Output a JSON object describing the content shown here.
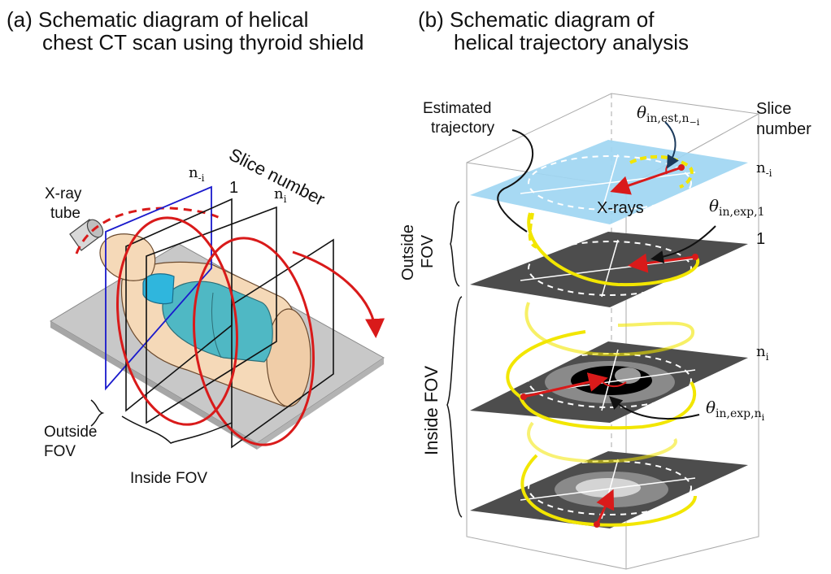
{
  "panel_a": {
    "title_line1": "(a) Schematic diagram of helical",
    "title_line2": "chest CT scan using thyroid shield",
    "xray_tube": "X-ray",
    "xray_tube_2": "tube",
    "slice_number": "Slice number",
    "slice_n_minus_i": "n",
    "slice_n_minus_i_sub": "-i",
    "slice_1": "1",
    "slice_n_i": "n",
    "slice_n_i_sub": "i",
    "outside_fov_1": "Outside",
    "outside_fov_2": "FOV",
    "inside_fov": "Inside FOV"
  },
  "panel_b": {
    "title_line1": "(b) Schematic diagram of",
    "title_line2": "helical trajectory analysis",
    "estimated_trajectory_1": "Estimated",
    "estimated_trajectory_2": "trajectory",
    "slice_number_1": "Slice",
    "slice_number_2": "number",
    "theta_est": "θ",
    "theta_est_sub": "in,est,n",
    "theta_est_subsub": "−i",
    "theta_exp1": "θ",
    "theta_exp1_sub": "in,exp,1",
    "theta_expni": "θ",
    "theta_expni_sub": "in,exp,n",
    "theta_expni_subsub": "i",
    "xrays": "X-rays",
    "outside_fov_1": "Outside",
    "outside_fov_2": "FOV",
    "inside_fov": "Inside FOV",
    "slice_n_minus_i": "n",
    "slice_n_minus_i_sub": "-i",
    "slice_1": "1",
    "slice_n_i": "n",
    "slice_n_i_sub": "i"
  },
  "colors": {
    "red": "#d91a1a",
    "blue_frame": "#1a1acc",
    "yellow": "#f2e600",
    "cyan_plane": "#9fd6f2",
    "dark_plane": "#4d4d4d",
    "skin": "#f5d9b8",
    "lung": "#4fb8c4",
    "table": "#c8c8c8",
    "shield": "#2fb6dd"
  }
}
